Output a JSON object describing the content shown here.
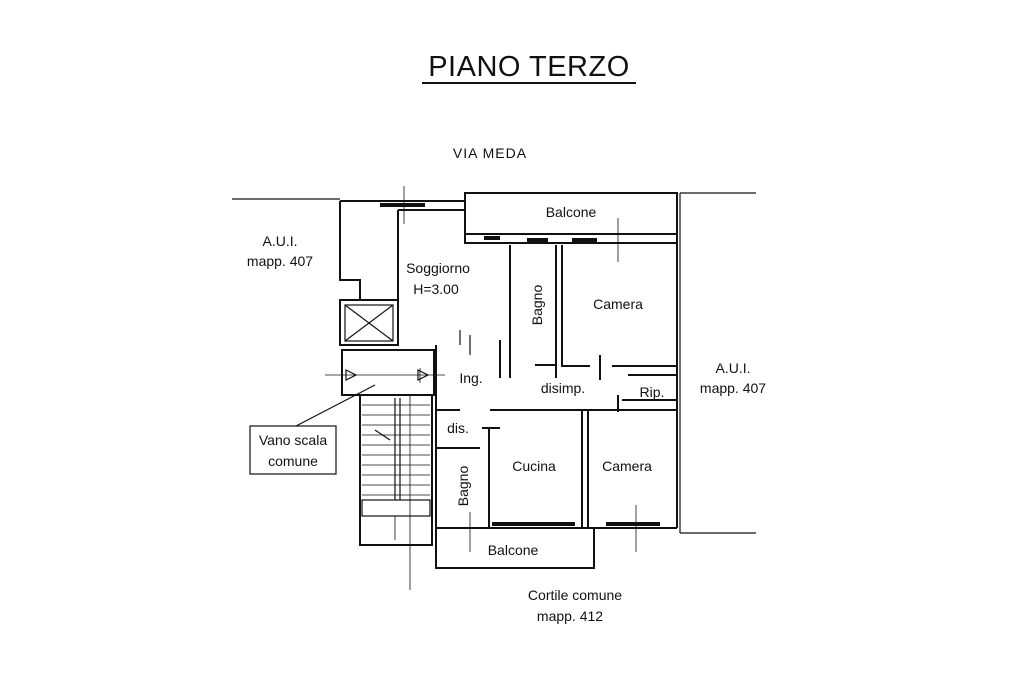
{
  "title": "PIANO TERZO",
  "street": "VIA  MEDA",
  "labels": {
    "aui_left_1": "A.U.I.",
    "aui_left_2": "mapp. 407",
    "aui_right_1": "A.U.I.",
    "aui_right_2": "mapp. 407",
    "balcone_top": "Balcone",
    "balcone_bottom": "Balcone",
    "soggiorno": "Soggiorno",
    "soggiorno_h": "H=3.00",
    "bagno_top": "Bagno",
    "camera_top": "Camera",
    "ingresso": "Ing.",
    "disimpegno": "disimp.",
    "ripostiglio": "Rip.",
    "dis": "dis.",
    "cucina": "Cucina",
    "camera_bottom": "Camera",
    "bagno_bottom": "Bagno",
    "vano_scala_1": "Vano scala",
    "vano_scala_2": "comune",
    "cortile_1": "Cortile comune",
    "cortile_2": "mapp. 412"
  }
}
